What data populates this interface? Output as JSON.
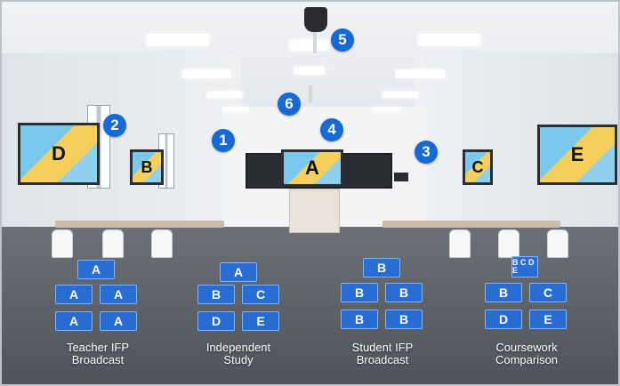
{
  "panels": {
    "left_far": "D",
    "left_near": "B",
    "center": "A",
    "right_near": "C",
    "right_far": "E"
  },
  "numbers": [
    "1",
    "2",
    "3",
    "4",
    "5",
    "6"
  ],
  "groups": [
    {
      "caption_line1": "Teacher IFP",
      "caption_line2": "Broadcast",
      "tiles": [
        "A",
        "A",
        "A",
        "A",
        "A"
      ]
    },
    {
      "caption_line1": "Independent",
      "caption_line2": "Study",
      "tiles": [
        "A",
        "B",
        "C",
        "D",
        "E"
      ]
    },
    {
      "caption_line1": "Student IFP",
      "caption_line2": "Broadcast",
      "tiles": [
        "B",
        "B",
        "B",
        "B",
        "B"
      ]
    },
    {
      "caption_line1": "Coursework",
      "caption_line2": "Comparison",
      "tiles": [
        "B C D E",
        "B",
        "C",
        "D",
        "E"
      ]
    }
  ],
  "colors": {
    "marker": "#1769d6",
    "tile": "#1e6ee6",
    "panel_yellow": "#f0c94a"
  }
}
